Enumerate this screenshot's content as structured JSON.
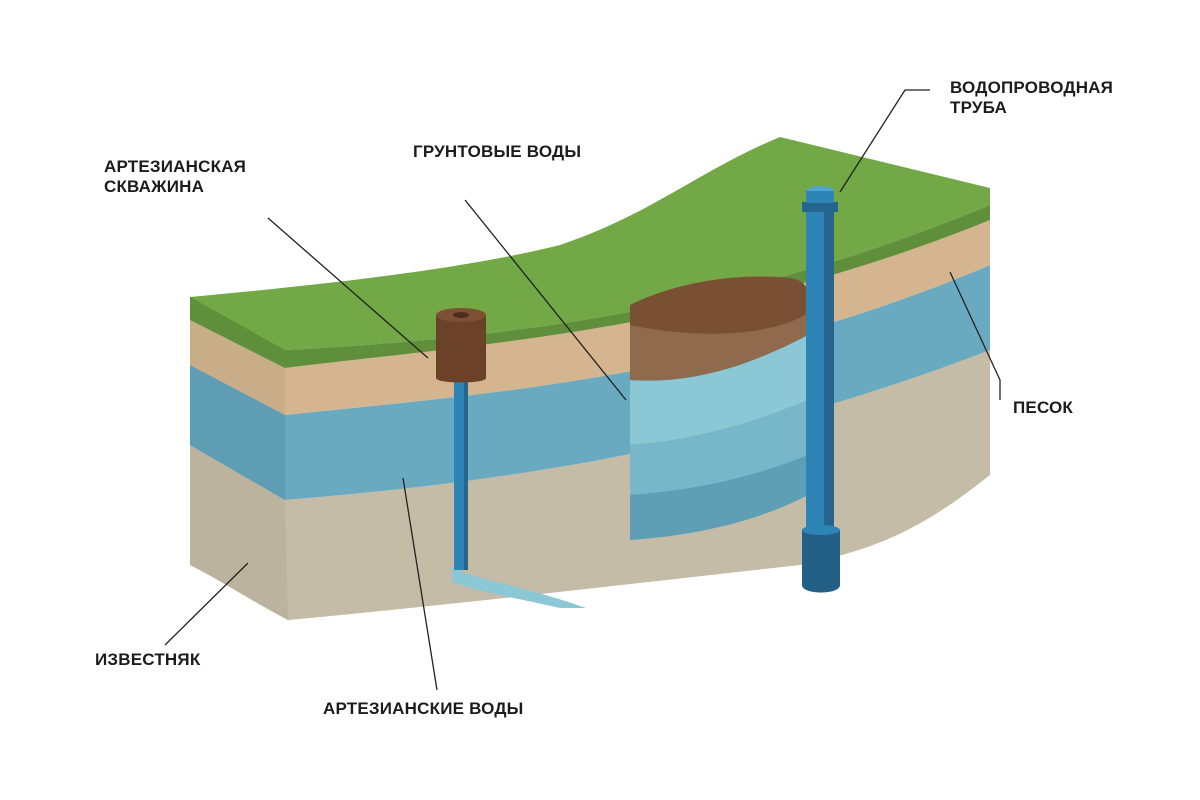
{
  "diagram": {
    "labels": {
      "artesian_well": "АРТЕЗИАНСКАЯ\nСКВАЖИНА",
      "groundwater": "ГРУНТОВЫЕ ВОДЫ",
      "water_pipe": "ВОДОПРОВОДНАЯ\nТРУБА",
      "sand": "ПЕСОК",
      "limestone": "ИЗВЕСТНЯК",
      "artesian_water": "АРТЕЗИАНСКИЕ ВОДЫ"
    },
    "colors": {
      "grass_top": "#72a845",
      "grass_front": "#5f8f3a",
      "sand": "#d4b58f",
      "sand_side": "#c9ad88",
      "aquifer": "#6aaac0",
      "aquifer_side": "#5f9db5",
      "limestone": "#c5bca8",
      "limestone_side": "#bcb39f",
      "groundwater_light": "#8cc7d6",
      "groundwater_mid": "#78b6c9",
      "groundwater_dark": "#5e9fb5",
      "soil_top": "#7a5034",
      "soil_front": "#8f6a4d",
      "well_cap": "#6b4228",
      "pipe": "#2e84b4",
      "pipe_dark": "#24668e",
      "leader_line": "#222222"
    }
  }
}
